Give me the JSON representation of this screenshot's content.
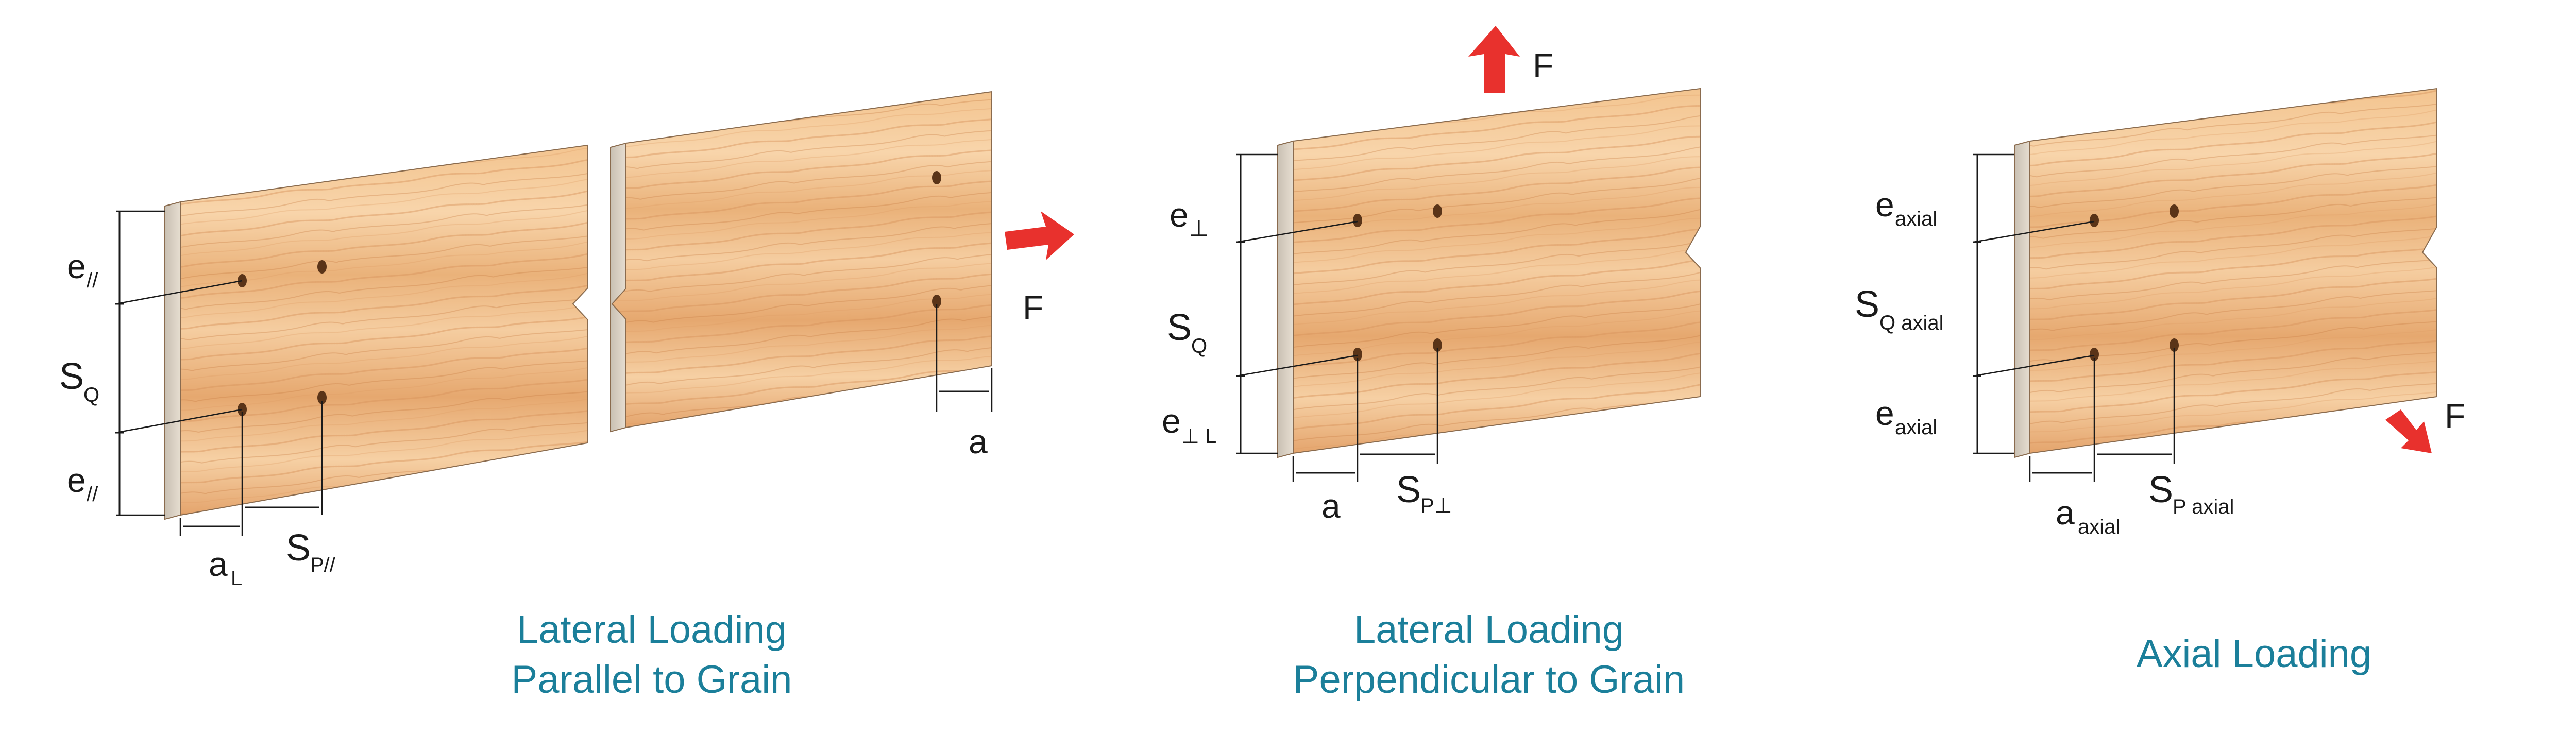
{
  "panels": [
    {
      "caption_line1": "Lateral Loading",
      "caption_line2": "Parallel to Grain",
      "labels": {
        "e_top": "e",
        "e_top_sub": "//",
        "s_q": "S",
        "s_q_sub": "Q",
        "e_bottom": "e",
        "e_bottom_sub": "//",
        "a": "a",
        "a_sub": "L",
        "s_p": "S",
        "s_p_sub": "P//",
        "force": "F",
        "a_right": "a"
      }
    },
    {
      "caption_line1": "Lateral Loading",
      "caption_line2": "Perpendicular to Grain",
      "labels": {
        "e_top": "e",
        "e_top_sub": "⊥",
        "s_q": "S",
        "s_q_sub": "Q",
        "e_bottom": "e",
        "e_bottom_sub": "⊥ L",
        "a": "a",
        "s_p": "S",
        "s_p_sub": "P⊥",
        "force": "F"
      }
    },
    {
      "caption_line1": "Axial Loading",
      "labels": {
        "e_top": "e",
        "e_top_sub": "axial",
        "s_q": "S",
        "s_q_sub": "Q axial",
        "e_bottom": "e",
        "e_bottom_sub": "axial",
        "a": "a",
        "a_sub": "axial",
        "s_p": "S",
        "s_p_sub": "P axial",
        "force": "F"
      }
    }
  ],
  "colors": {
    "arrow": "#e8312d",
    "caption": "#1b7f9a",
    "wood_light": "#f6cfa0",
    "wood_mid": "#eab27a",
    "wood_dark": "#d48f58",
    "edge": "#8a6b4e"
  }
}
